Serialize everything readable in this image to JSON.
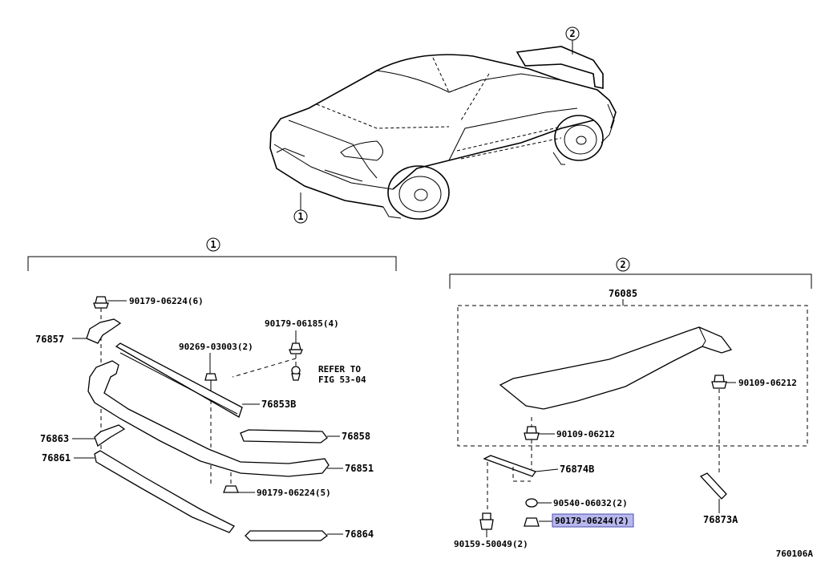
{
  "callouts": {
    "front_marker": "1",
    "rear_marker": "2"
  },
  "sections": {
    "front": "1",
    "rear": "2"
  },
  "front_parts": {
    "p90179_06224_6": "90179-06224(6)",
    "p76857": "76857",
    "p90179_06185_4": "90179-06185(4)",
    "p90269_03003_2": "90269-03003(2)",
    "refer_line1": "REFER TO",
    "refer_line2": "FIG 53-04",
    "p76853B": "76853B",
    "p76863": "76863",
    "p76858": "76858",
    "p76861": "76861",
    "p76851": "76851",
    "p90179_06224_5": "90179-06224(5)",
    "p76864": "76864"
  },
  "rear_parts": {
    "p76085": "76085",
    "p90109_06212_a": "90109-06212",
    "p90109_06212_b": "90109-06212",
    "p76874B": "76874B",
    "p90540_06032_2": "90540-06032(2)",
    "p90179_06244_2": "90179-06244(2)",
    "p90159_50049_2": "90159-50049(2)",
    "p76873A": "76873A"
  },
  "figure_id": "760106A",
  "colors": {
    "highlight": "#b8b8ee",
    "highlight_border": "#4b4bb0"
  }
}
